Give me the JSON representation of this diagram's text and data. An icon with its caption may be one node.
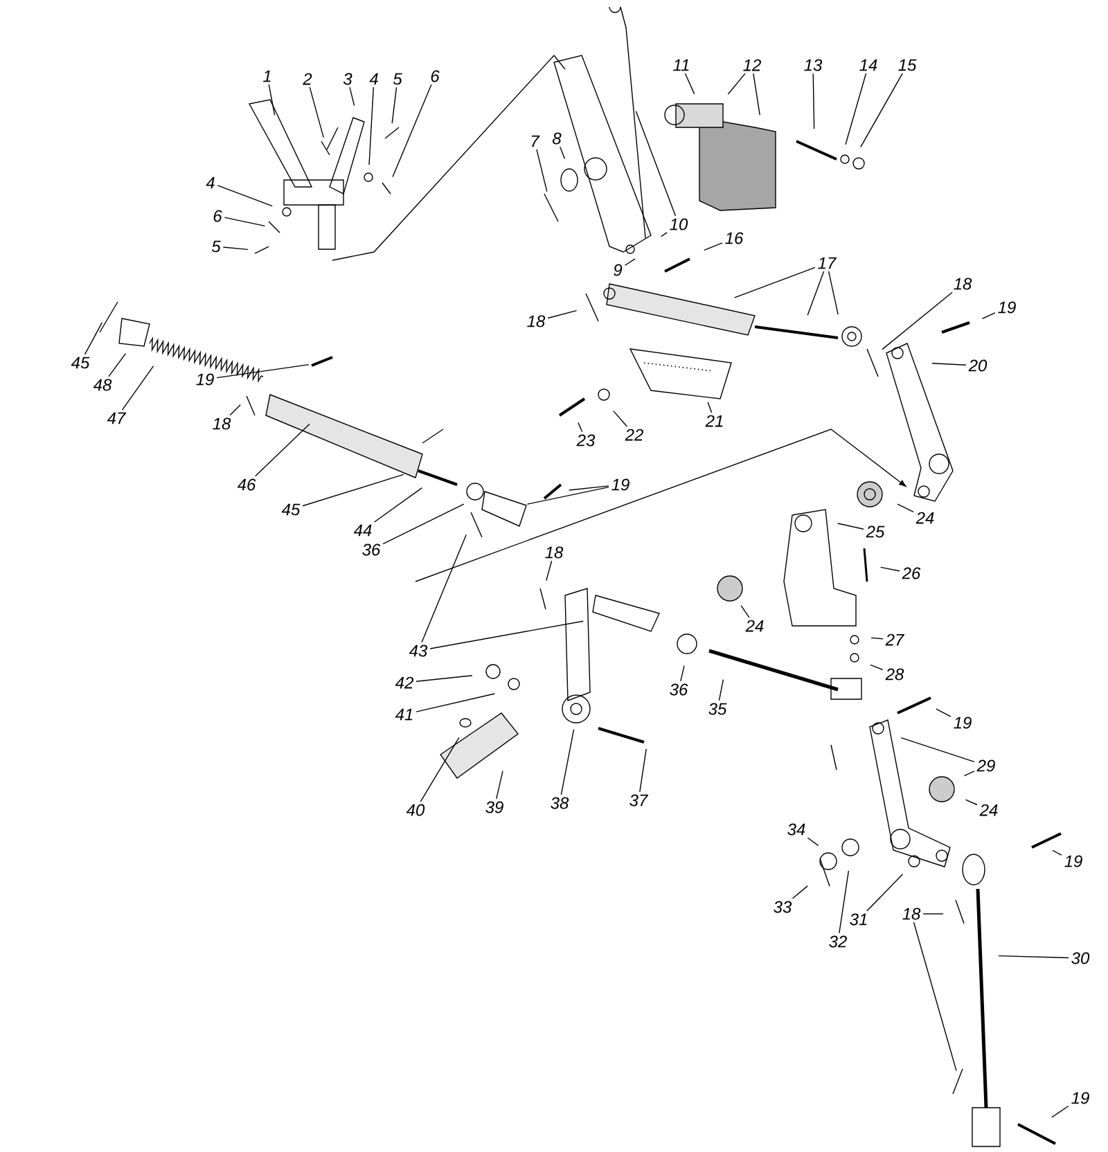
{
  "diagram": {
    "nodes": [
      {
        "text": [
          "1"
        ]
      },
      {
        "text": [
          "2"
        ]
      },
      {
        "text": [
          "3"
        ]
      },
      {
        "text": [
          "4"
        ]
      },
      {
        "text": [
          "5"
        ]
      },
      {
        "text": [
          "6"
        ]
      },
      {
        "text": [
          "11"
        ]
      },
      {
        "text": [
          "12"
        ]
      },
      {
        "text": [
          "13"
        ]
      },
      {
        "text": [
          "14"
        ]
      },
      {
        "text": [
          "15"
        ]
      },
      {
        "text": [
          "7"
        ]
      },
      {
        "text": [
          "8"
        ]
      },
      {
        "text": [
          "4"
        ]
      },
      {
        "text": [
          "6"
        ]
      },
      {
        "text": [
          "10"
        ]
      },
      {
        "text": [
          "16"
        ]
      },
      {
        "text": [
          "5"
        ]
      },
      {
        "text": [
          "17"
        ]
      },
      {
        "text": [
          "9"
        ]
      },
      {
        "text": [
          "18"
        ]
      },
      {
        "text": [
          "18"
        ]
      },
      {
        "text": [
          "19"
        ]
      },
      {
        "text": [
          "45"
        ]
      },
      {
        "text": [
          "20"
        ]
      },
      {
        "text": [
          "19"
        ]
      },
      {
        "text": [
          "48"
        ]
      },
      {
        "text": [
          "47"
        ]
      },
      {
        "text": [
          "18"
        ]
      },
      {
        "text": [
          "22"
        ]
      },
      {
        "text": [
          "21"
        ]
      },
      {
        "text": [
          "23"
        ]
      },
      {
        "text": [
          "46"
        ]
      },
      {
        "text": [
          "19"
        ]
      },
      {
        "text": [
          "45"
        ]
      },
      {
        "text": [
          "24"
        ]
      },
      {
        "text": [
          "44"
        ]
      },
      {
        "text": [
          "25"
        ]
      },
      {
        "text": [
          "18"
        ]
      },
      {
        "text": [
          "36"
        ]
      },
      {
        "text": [
          "26"
        ]
      },
      {
        "text": [
          "24"
        ]
      },
      {
        "text": [
          "27"
        ]
      },
      {
        "text": [
          "43"
        ]
      },
      {
        "text": [
          "28"
        ]
      },
      {
        "text": [
          "42"
        ]
      },
      {
        "text": [
          "36"
        ]
      },
      {
        "text": [
          "35"
        ]
      },
      {
        "text": [
          "41"
        ]
      },
      {
        "text": [
          "19"
        ]
      },
      {
        "text": [
          "29"
        ]
      },
      {
        "text": [
          "24"
        ]
      },
      {
        "text": [
          "37"
        ]
      },
      {
        "text": [
          "38"
        ]
      },
      {
        "text": [
          "39"
        ]
      },
      {
        "text": [
          "40"
        ]
      },
      {
        "text": [
          "34"
        ]
      },
      {
        "text": [
          "19"
        ]
      },
      {
        "text": [
          "33"
        ]
      },
      {
        "text": [
          "18"
        ]
      },
      {
        "text": [
          "31"
        ]
      },
      {
        "text": [
          "32"
        ]
      },
      {
        "text": [
          "30"
        ]
      },
      {
        "text": [
          "19"
        ]
      }
    ],
    "edges": [
      {
        "from": 0,
        "to": null,
        "arrow": "none"
      },
      {
        "from": 1,
        "to": null,
        "arrow": "none"
      },
      {
        "from": 2,
        "to": null,
        "arrow": "none"
      },
      {
        "from": 3,
        "to": null,
        "arrow": "none"
      },
      {
        "from": 4,
        "to": null,
        "arrow": "none"
      },
      {
        "from": 5,
        "to": null,
        "arrow": "none"
      },
      {
        "from": 6,
        "to": null,
        "arrow": "none"
      },
      {
        "from": 7,
        "to": null,
        "arrow": "none"
      },
      {
        "from": 7,
        "to": null,
        "arrow": "none"
      },
      {
        "from": 8,
        "to": null,
        "arrow": "none"
      },
      {
        "from": 9,
        "to": null,
        "arrow": "none"
      },
      {
        "from": 10,
        "to": null,
        "arrow": "none"
      },
      {
        "from": 11,
        "to": null,
        "arrow": "none"
      },
      {
        "from": 12,
        "to": null,
        "arrow": "none"
      },
      {
        "from": 13,
        "to": null,
        "arrow": "none"
      },
      {
        "from": 14,
        "to": null,
        "arrow": "none"
      },
      {
        "from": 15,
        "to": null,
        "arrow": "none"
      },
      {
        "from": 15,
        "to": null,
        "arrow": "none"
      },
      {
        "from": 16,
        "to": null,
        "arrow": "none"
      },
      {
        "from": 17,
        "to": null,
        "arrow": "none"
      },
      {
        "from": 18,
        "to": null,
        "arrow": "none"
      },
      {
        "from": 18,
        "to": null,
        "arrow": "none"
      },
      {
        "from": 18,
        "to": null,
        "arrow": "none"
      },
      {
        "from": 19,
        "to": null,
        "arrow": "none"
      },
      {
        "from": 20,
        "to": null,
        "arrow": "none"
      },
      {
        "from": 21,
        "to": null,
        "arrow": "none"
      },
      {
        "from": 22,
        "to": null,
        "arrow": "none"
      },
      {
        "from": 23,
        "to": null,
        "arrow": "none"
      },
      {
        "from": 24,
        "to": null,
        "arrow": "none"
      },
      {
        "from": 25,
        "to": null,
        "arrow": "none"
      },
      {
        "from": 26,
        "to": null,
        "arrow": "none"
      },
      {
        "from": 27,
        "to": null,
        "arrow": "none"
      },
      {
        "from": 28,
        "to": null,
        "arrow": "none"
      },
      {
        "from": 29,
        "to": null,
        "arrow": "none"
      },
      {
        "from": 30,
        "to": null,
        "arrow": "none"
      },
      {
        "from": 31,
        "to": null,
        "arrow": "none"
      },
      {
        "from": 32,
        "to": null,
        "arrow": "none"
      },
      {
        "from": 33,
        "to": null,
        "arrow": "none"
      },
      {
        "from": 33,
        "to": null,
        "arrow": "none"
      },
      {
        "from": 34,
        "to": null,
        "arrow": "none"
      },
      {
        "from": 35,
        "to": null,
        "arrow": "none"
      },
      {
        "from": 36,
        "to": null,
        "arrow": "none"
      },
      {
        "from": 37,
        "to": null,
        "arrow": "none"
      },
      {
        "from": 38,
        "to": null,
        "arrow": "none"
      },
      {
        "from": 39,
        "to": null,
        "arrow": "none"
      },
      {
        "from": 40,
        "to": null,
        "arrow": "none"
      },
      {
        "from": 41,
        "to": null,
        "arrow": "none"
      },
      {
        "from": 42,
        "to": null,
        "arrow": "none"
      },
      {
        "from": 43,
        "to": null,
        "arrow": "none"
      },
      {
        "from": 43,
        "to": null,
        "arrow": "none"
      },
      {
        "from": 44,
        "to": null,
        "arrow": "none"
      },
      {
        "from": 45,
        "to": null,
        "arrow": "none"
      },
      {
        "from": 46,
        "to": null,
        "arrow": "none"
      },
      {
        "from": 47,
        "to": null,
        "arrow": "none"
      },
      {
        "from": 48,
        "to": null,
        "arrow": "none"
      },
      {
        "from": 49,
        "to": null,
        "arrow": "none"
      },
      {
        "from": 50,
        "to": null,
        "arrow": "none"
      },
      {
        "from": 50,
        "to": null,
        "arrow": "none"
      },
      {
        "from": 51,
        "to": null,
        "arrow": "none"
      },
      {
        "from": 52,
        "to": null,
        "arrow": "none"
      },
      {
        "from": 53,
        "to": null,
        "arrow": "none"
      },
      {
        "from": 54,
        "to": null,
        "arrow": "none"
      },
      {
        "from": 55,
        "to": null,
        "arrow": "none"
      },
      {
        "from": 56,
        "to": null,
        "arrow": "none"
      },
      {
        "from": 57,
        "to": null,
        "arrow": "none"
      },
      {
        "from": 58,
        "to": null,
        "arrow": "none"
      },
      {
        "from": 59,
        "to": null,
        "arrow": "none"
      },
      {
        "from": 59,
        "to": null,
        "arrow": "none"
      },
      {
        "from": 60,
        "to": null,
        "arrow": "none"
      },
      {
        "from": 61,
        "to": null,
        "arrow": "none"
      },
      {
        "from": 62,
        "to": null,
        "arrow": "none"
      },
      {
        "from": 63,
        "to": null,
        "arrow": "none"
      }
    ]
  }
}
